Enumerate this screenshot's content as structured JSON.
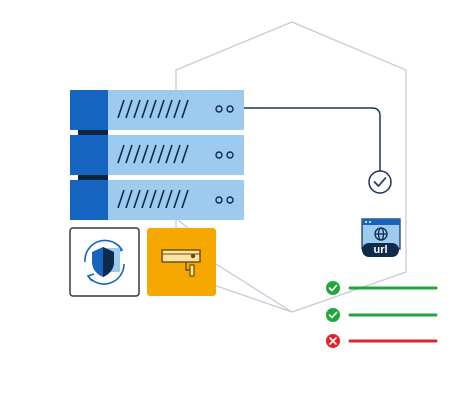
{
  "colors": {
    "server_front": "#9ccbef",
    "server_side": "#1565c0",
    "server_slot": "#0b2540",
    "grille": "#0f2b4c",
    "hexagon_stroke": "#c5ccd6",
    "connector_stroke": "#1d3557",
    "camera_tile": "#f5a800",
    "check_green": "#22a63a",
    "error_red": "#e0242a"
  },
  "server_rack": {
    "units": 3
  },
  "icons": {
    "security_tile": "shield-refresh-icon",
    "camera_tile": "security-camera-icon",
    "url_browser": "globe-browser-icon",
    "status_check": "check-circle-icon"
  },
  "url_card": {
    "label": "url"
  },
  "status_list": [
    {
      "status": "ok",
      "icon": "check-icon"
    },
    {
      "status": "ok",
      "icon": "check-icon"
    },
    {
      "status": "error",
      "icon": "x-icon"
    }
  ]
}
